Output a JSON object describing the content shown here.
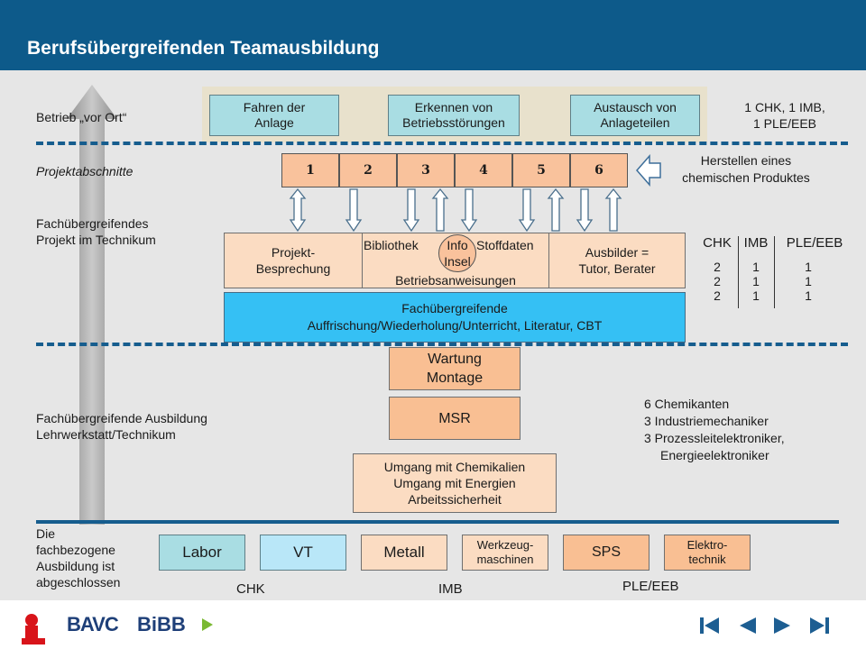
{
  "slide": {
    "title": "Berufsübergreifenden  Teamausbildung"
  },
  "labels": {
    "betrieb": "Betrieb „vor Ort“",
    "projektabschnitte": "Projektabschnitte",
    "projekt_line1": "Fachübergreifendes",
    "projekt_line2": "Projekt im Technikum",
    "ausbildung_line1": "Fachübergreifende Ausbildung",
    "ausbildung_line2": "Lehrwerkstatt/Technikum",
    "abgeschlossen_line1": "Die",
    "abgeschlossen_line2": "fachbezogene",
    "abgeschlossen_line3": "Ausbildung ist",
    "abgeschlossen_line4": "abgeschlossen"
  },
  "betrieb_tasks": [
    {
      "line1": "Fahren der",
      "line2": "Anlage"
    },
    {
      "line1": "Erkennen von",
      "line2": "Betriebsstörungen"
    },
    {
      "line1": "Austausch von",
      "line2": "Anlageteilen"
    }
  ],
  "betrieb_staff": {
    "line1": "1 CHK, 1 IMB,",
    "line2": "1 PLE/EEB"
  },
  "project_sections": [
    "1",
    "2",
    "3",
    "4",
    "5",
    "6"
  ],
  "product_note": {
    "line1": "Herstellen eines",
    "line2": "chemischen Produktes"
  },
  "project_boxes": {
    "besprechung_line1": "Projekt-",
    "besprechung_line2": "Besprechung",
    "bibliothek": "Bibliothek",
    "info": "Info",
    "insel": "Insel",
    "stoffdaten": "Stoffdaten",
    "betriebsanweisungen": "Betriebsanweisungen",
    "ausbilder_line1": "Ausbilder =",
    "ausbilder_line2": "Tutor, Berater"
  },
  "staff_table": {
    "headers": [
      "CHK",
      "IMB",
      "PLE/EEB"
    ],
    "columns": [
      [
        "2",
        "2",
        "2"
      ],
      [
        "1",
        "1",
        "1"
      ],
      [
        "1",
        "1",
        "1"
      ]
    ]
  },
  "refresher": {
    "line1": "Fachübergreifende",
    "line2": "Auffrischung/Wiederholung/Unterricht, Literatur, CBT"
  },
  "modules": {
    "wartung": "Wartung",
    "montage": "Montage",
    "msr": "MSR",
    "umgang1": "Umgang mit Chemikalien",
    "umgang2": "Umgang mit Energien",
    "umgang3": "Arbeitssicherheit"
  },
  "trainees": {
    "line1": "6 Chemikanten",
    "line2": "3 Industriemechaniker",
    "line3": "3 Prozessleitelektroniker,",
    "line4": "Energieelektroniker"
  },
  "subject_boxes": {
    "labor": "Labor",
    "vt": "VT",
    "metall": "Metall",
    "werkzeug1": "Werkzeug-",
    "werkzeug2": "maschinen",
    "sps": "SPS",
    "elektro1": "Elektro-",
    "elektro2": "technik"
  },
  "professions": [
    "CHK",
    "IMB",
    "PLE/EEB"
  ],
  "footer": {
    "logo_igbce": "IGBCE",
    "logo_bavc": "BAVC",
    "logo_bibb": "BiBB"
  },
  "colors": {
    "header": "#0d5a8a",
    "dash": "#165d8e",
    "teal_box": "#a9dde3",
    "peach_box": "#fbdcc2",
    "orange_box": "#f9bf93",
    "blue_bar": "#35c0f4",
    "nav": "#1d5e92"
  }
}
